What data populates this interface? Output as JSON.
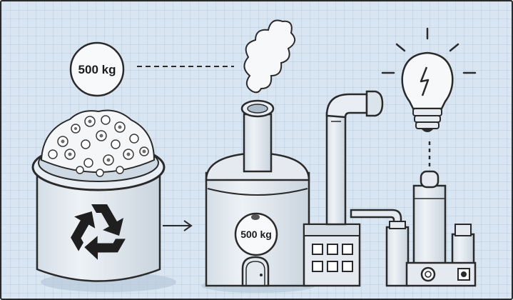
{
  "diagram": {
    "weight_badge_left": "500 kg",
    "weight_badge_furnace": "500 kg",
    "icons": [
      "recycle-icon",
      "smoke-cloud",
      "lightbulb-icon",
      "lightning-bolt-icon"
    ],
    "colors": {
      "background": "#d9e6f2",
      "outline": "#2a2a2a",
      "fill": "#e6ecf2",
      "shadow": "#b8c8d8"
    }
  }
}
